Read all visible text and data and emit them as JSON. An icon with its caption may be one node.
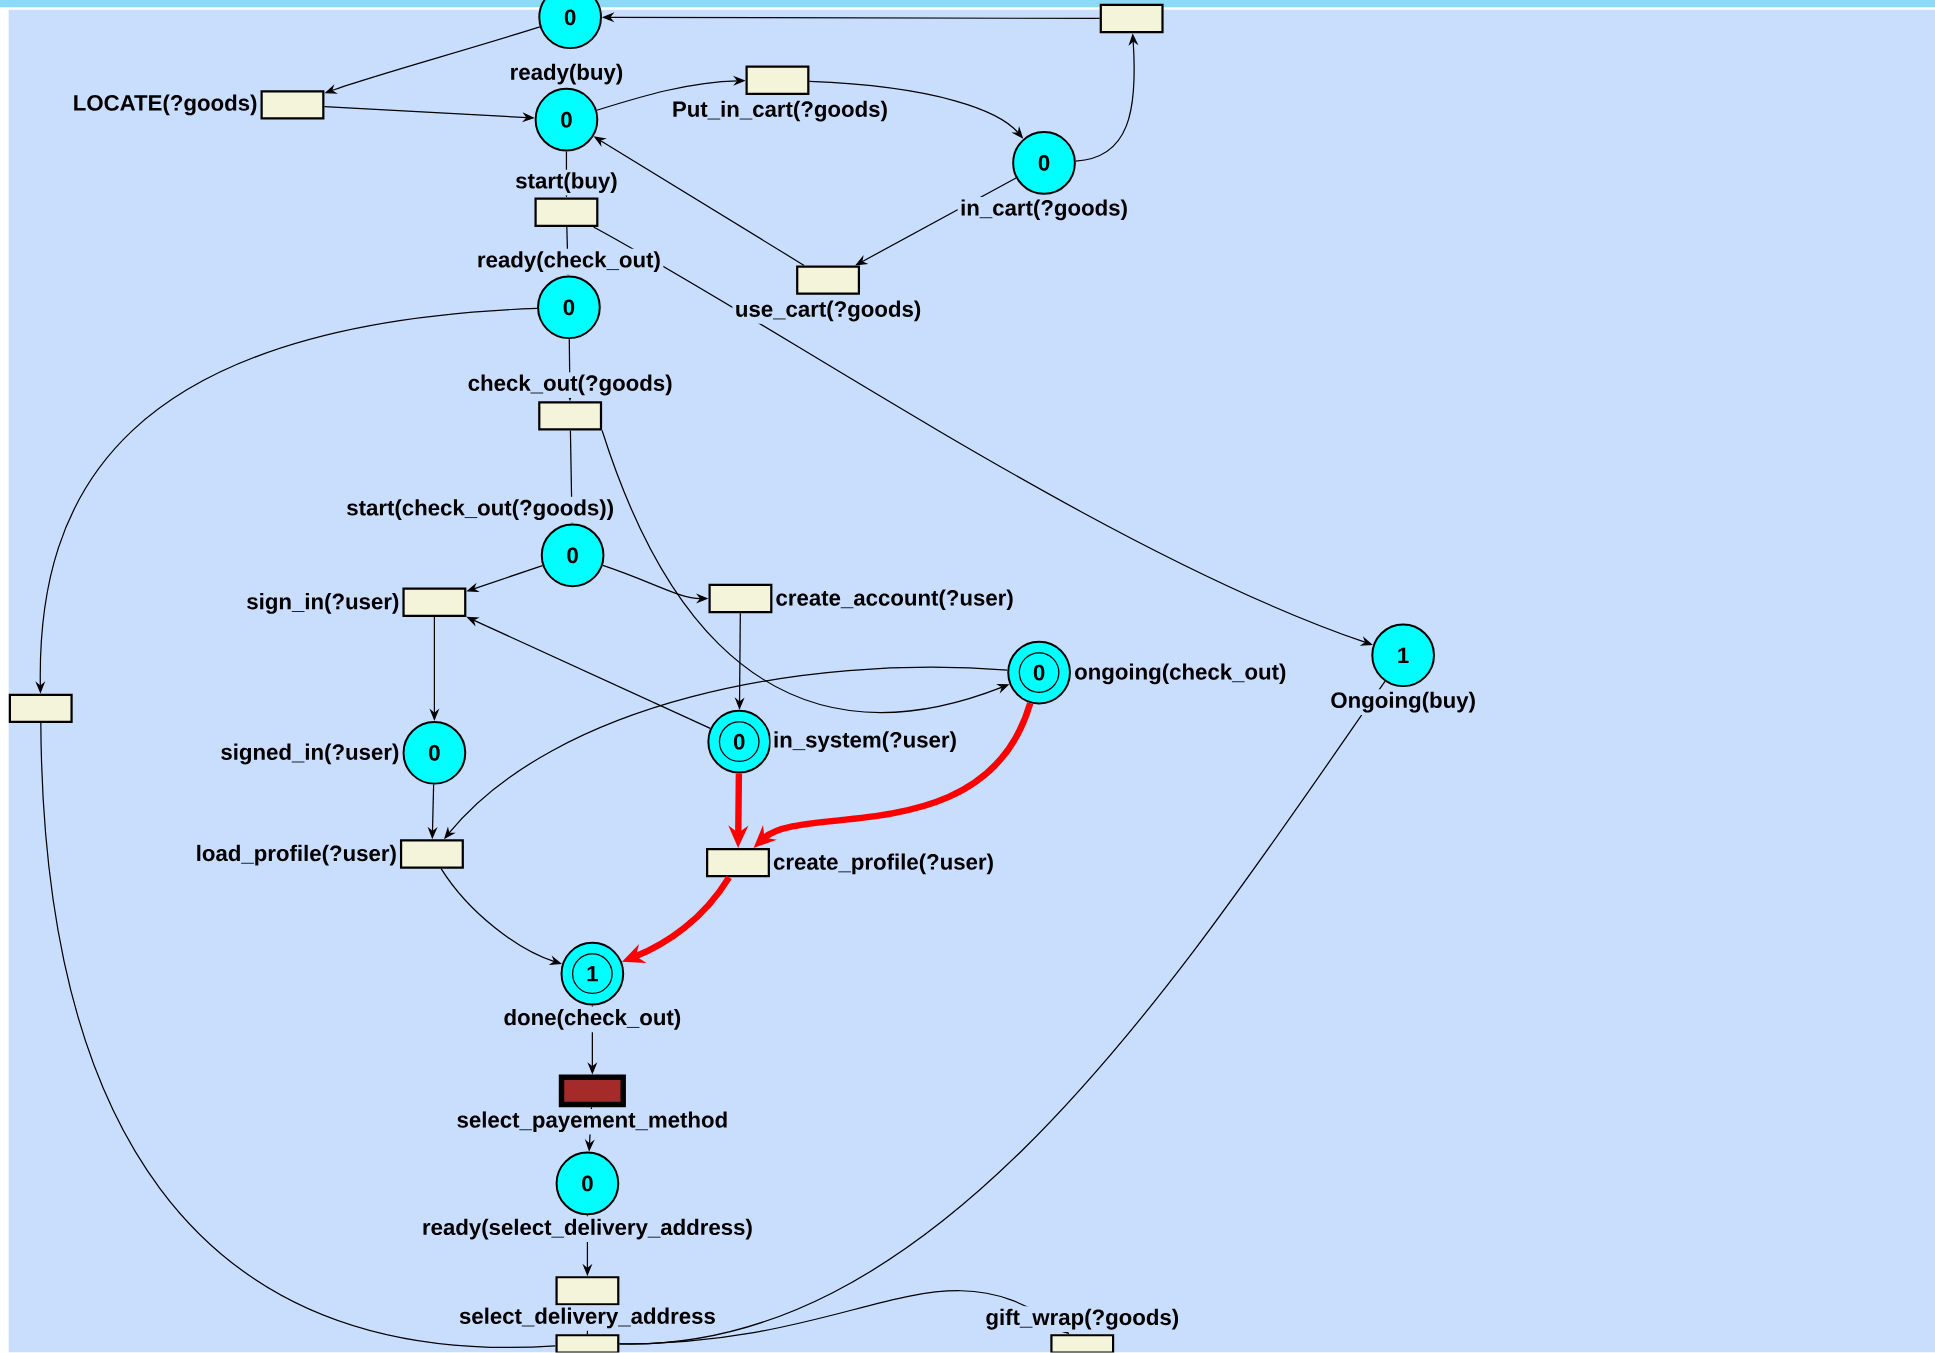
{
  "diagram": {
    "nodes": [
      {
        "text": [
          "0"
        ]
      },
      {
        "text": [],
        "shape": "box"
      },
      {
        "text": [
          "LOCATE(?goods)"
        ]
      },
      {
        "text": [
          "ready(buy)",
          "0"
        ]
      },
      {
        "text": [
          "Put_in_cart(?goods)"
        ]
      },
      {
        "text": [
          "0",
          "in_cart(?goods)"
        ]
      },
      {
        "text": [
          "start(buy)"
        ]
      },
      {
        "text": [
          "use_cart(?goods)"
        ]
      },
      {
        "text": [
          "ready(check_out)",
          "0"
        ]
      },
      {
        "text": [
          "check_out(?goods)"
        ]
      },
      {
        "text": [
          "start(check_out(?goods))",
          "0"
        ]
      },
      {
        "text": [
          "sign_in(?user)"
        ]
      },
      {
        "text": [
          "create_account(?user)"
        ]
      },
      {
        "text": [
          "0",
          "ongoing(check_out)"
        ]
      },
      {
        "text": [
          "1",
          "Ongoing(buy)"
        ]
      },
      {
        "text": [],
        "shape": "box"
      },
      {
        "text": [
          "0",
          "in_system(?user)"
        ]
      },
      {
        "text": [
          "signed_in(?user)",
          "0"
        ]
      },
      {
        "text": [
          "load_profile(?user)"
        ]
      },
      {
        "text": [
          "create_profile(?user)"
        ]
      },
      {
        "text": [
          "1",
          "done(check_out)"
        ]
      },
      {
        "text": [
          "select_payement_method"
        ]
      },
      {
        "text": [
          "0",
          "ready(select_delivery_address)"
        ]
      },
      {
        "text": [
          "select_delivery_address"
        ]
      },
      {
        "text": [],
        "shape": "box"
      },
      {
        "text": [
          "gift_wrap(?goods)"
        ]
      }
    ],
    "edges": [
      {
        "from": 1,
        "to": 0,
        "arrow": "to"
      },
      {
        "from": 0,
        "to": 2,
        "arrow": "to"
      },
      {
        "from": 2,
        "to": 3,
        "arrow": "to"
      },
      {
        "from": 3,
        "to": 4,
        "arrow": "to"
      },
      {
        "from": 4,
        "to": 5,
        "arrow": "to"
      },
      {
        "from": 5,
        "to": 1,
        "arrow": "to"
      },
      {
        "from": 5,
        "to": 7,
        "arrow": "to"
      },
      {
        "from": 7,
        "to": 3,
        "arrow": "to"
      },
      {
        "from": 3,
        "to": 6,
        "arrow": "to"
      },
      {
        "from": 6,
        "to": 8,
        "arrow": "to"
      },
      {
        "from": 6,
        "to": 14,
        "arrow": "to"
      },
      {
        "from": 8,
        "to": 9,
        "arrow": "to"
      },
      {
        "from": 8,
        "to": 15,
        "arrow": "to"
      },
      {
        "from": 9,
        "to": 10,
        "arrow": "to"
      },
      {
        "from": 9,
        "to": 13,
        "arrow": "to"
      },
      {
        "from": 10,
        "to": 11,
        "arrow": "to"
      },
      {
        "from": 10,
        "to": 12,
        "arrow": "to"
      },
      {
        "from": 11,
        "to": 17,
        "arrow": "to"
      },
      {
        "from": 12,
        "to": 16,
        "arrow": "to"
      },
      {
        "from": 16,
        "to": 11,
        "arrow": "to"
      },
      {
        "from": 13,
        "to": 18,
        "arrow": "to"
      },
      {
        "from": 17,
        "to": 18,
        "arrow": "to"
      },
      {
        "from": 16,
        "to": 19,
        "arrow": "to",
        "style": "thick",
        "color": "#ff0000"
      },
      {
        "from": 13,
        "to": 19,
        "arrow": "to",
        "style": "thick",
        "color": "#ff0000"
      },
      {
        "from": 18,
        "to": 20,
        "arrow": "to"
      },
      {
        "from": 19,
        "to": 20,
        "arrow": "to",
        "style": "thick",
        "color": "#ff0000"
      },
      {
        "from": 20,
        "to": 21,
        "arrow": "to"
      },
      {
        "from": 21,
        "to": 22,
        "arrow": "to"
      },
      {
        "from": 22,
        "to": 23,
        "arrow": "to"
      },
      {
        "from": 23,
        "to": 24,
        "arrow": "none"
      },
      {
        "from": 14,
        "to": 24,
        "arrow": "none"
      },
      {
        "from": 15,
        "to": 24,
        "arrow": "none"
      },
      {
        "from": 24,
        "to": 25,
        "arrow": "to"
      }
    ]
  }
}
